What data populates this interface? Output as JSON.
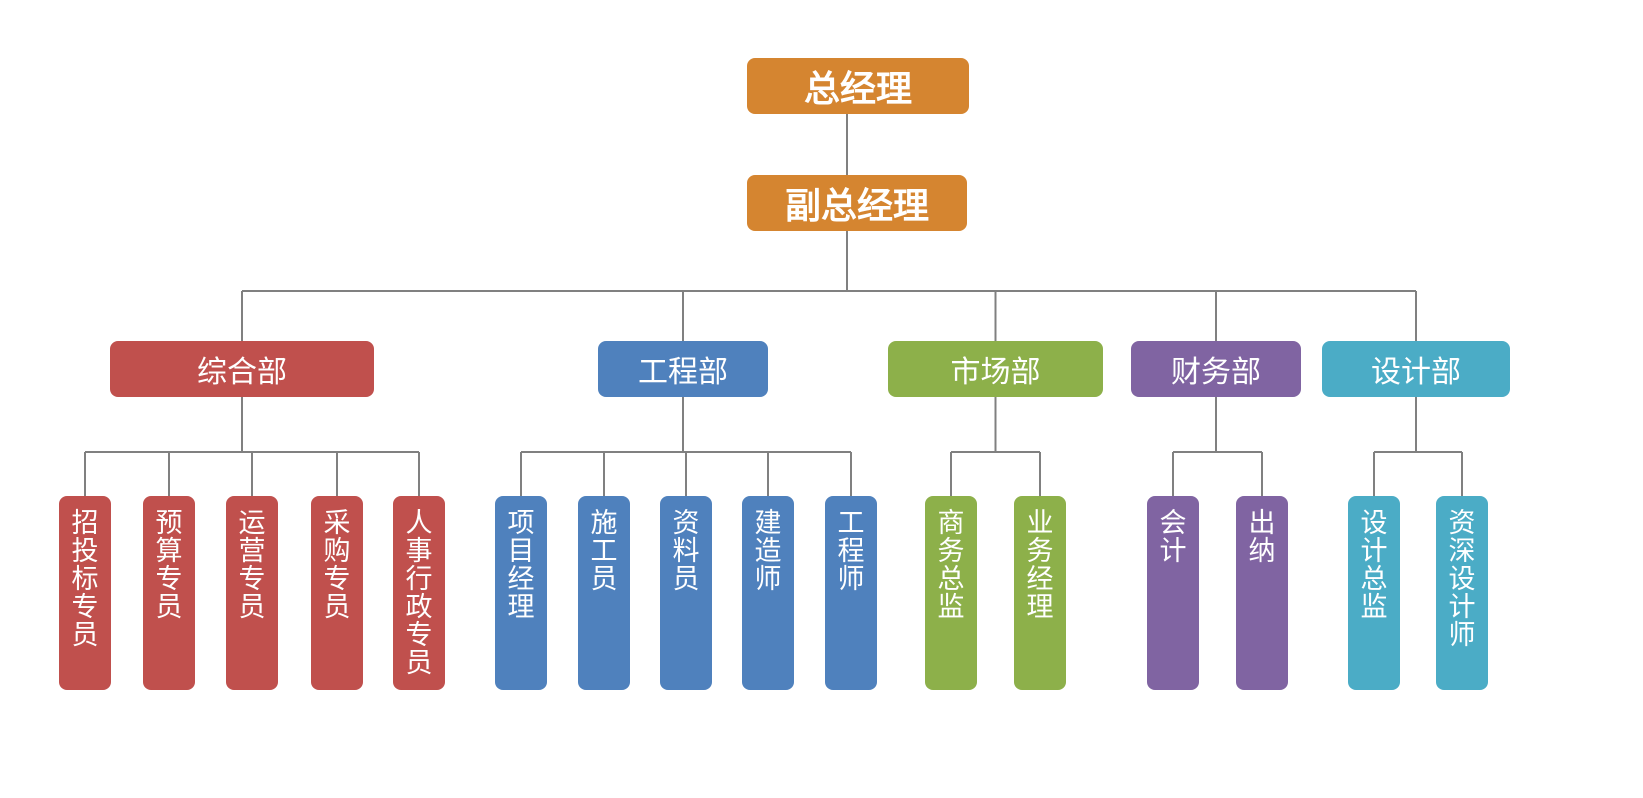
{
  "colors": {
    "top": "#D58530",
    "line": "#808080"
  },
  "general_manager": "总经理",
  "deputy_manager": "副总经理",
  "departments": [
    {
      "name": "综合部",
      "color": "#C0504D",
      "roles": [
        "招投标专员",
        "预算专员",
        "运营专员",
        "采购专员",
        "人事行政专员"
      ]
    },
    {
      "name": "工程部",
      "color": "#4F81BD",
      "roles": [
        "项目经理",
        "施工员",
        "资料员",
        "建造师",
        "工程师"
      ]
    },
    {
      "name": "市场部",
      "color": "#8DB04A",
      "roles": [
        "商务总监",
        "业务经理"
      ]
    },
    {
      "name": "财务部",
      "color": "#8064A2",
      "roles": [
        "会计",
        "出纳"
      ]
    },
    {
      "name": "设计部",
      "color": "#4BACC6",
      "roles": [
        "设计总监",
        "资深设计师"
      ]
    }
  ]
}
